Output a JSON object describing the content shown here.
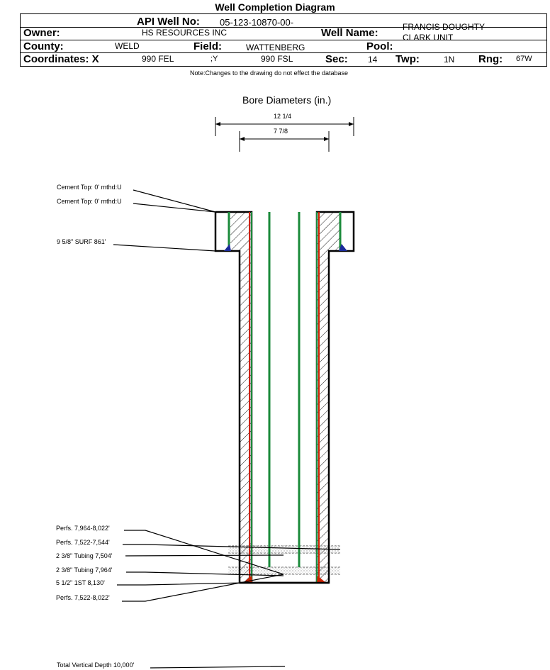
{
  "title": "Well Completion Diagram",
  "header": {
    "api_label": "API Well No:",
    "api_value": "05-123-10870-00-",
    "owner_label": "Owner:",
    "owner_value": "HS RESOURCES INC",
    "well_name_label": "Well Name:",
    "well_name_value_line1": "FRANCIS DOUGHTY",
    "well_name_value_line2": "CLARK UNIT",
    "county_label": "County:",
    "county_value": "WELD",
    "field_label": "Field:",
    "field_value": "WATTENBERG",
    "field_marker": ";Y",
    "pool_label": "Pool:",
    "pool_value": "",
    "coords_label": "Coordinates: X",
    "coord_x_value": "990 FEL",
    "coord_y_value": "990 FSL",
    "sec_label": "Sec:",
    "sec_value": "14",
    "twp_label": "Twp:",
    "twp_value": "1N",
    "rng_label": "Rng:",
    "rng_value": "67W"
  },
  "note": "Note:Changes to the drawing do not effect the database",
  "bore": {
    "title": "Bore Diameters (in.)",
    "outer_diameter": "12 1/4",
    "inner_diameter": "7 7/8"
  },
  "callouts": {
    "cement_top_1": "Cement Top: 0' mthd:U",
    "cement_top_2": "Cement Top: 0' mthd:U",
    "surface_casing": "9 5/8\" SURF 861'",
    "perfs_1": "Perfs. 7,964-8,022'",
    "perfs_2": "Perfs. 7,522-7,544'",
    "tubing_1": "2 3/8\" Tubing 7,504'",
    "tubing_2": "2 3/8\" Tubing 7,964'",
    "production_casing": "5 1/2\" 1ST 8,130'",
    "perfs_3": "Perfs. 7,522-8,022'",
    "total_depth": "Total Vertical Depth 10,000'"
  },
  "colors": {
    "tubing": "#1a8a3a",
    "casing": "#cc2200",
    "shoe_surface": "#1a2a9a",
    "shoe_production": "#cc2200"
  }
}
